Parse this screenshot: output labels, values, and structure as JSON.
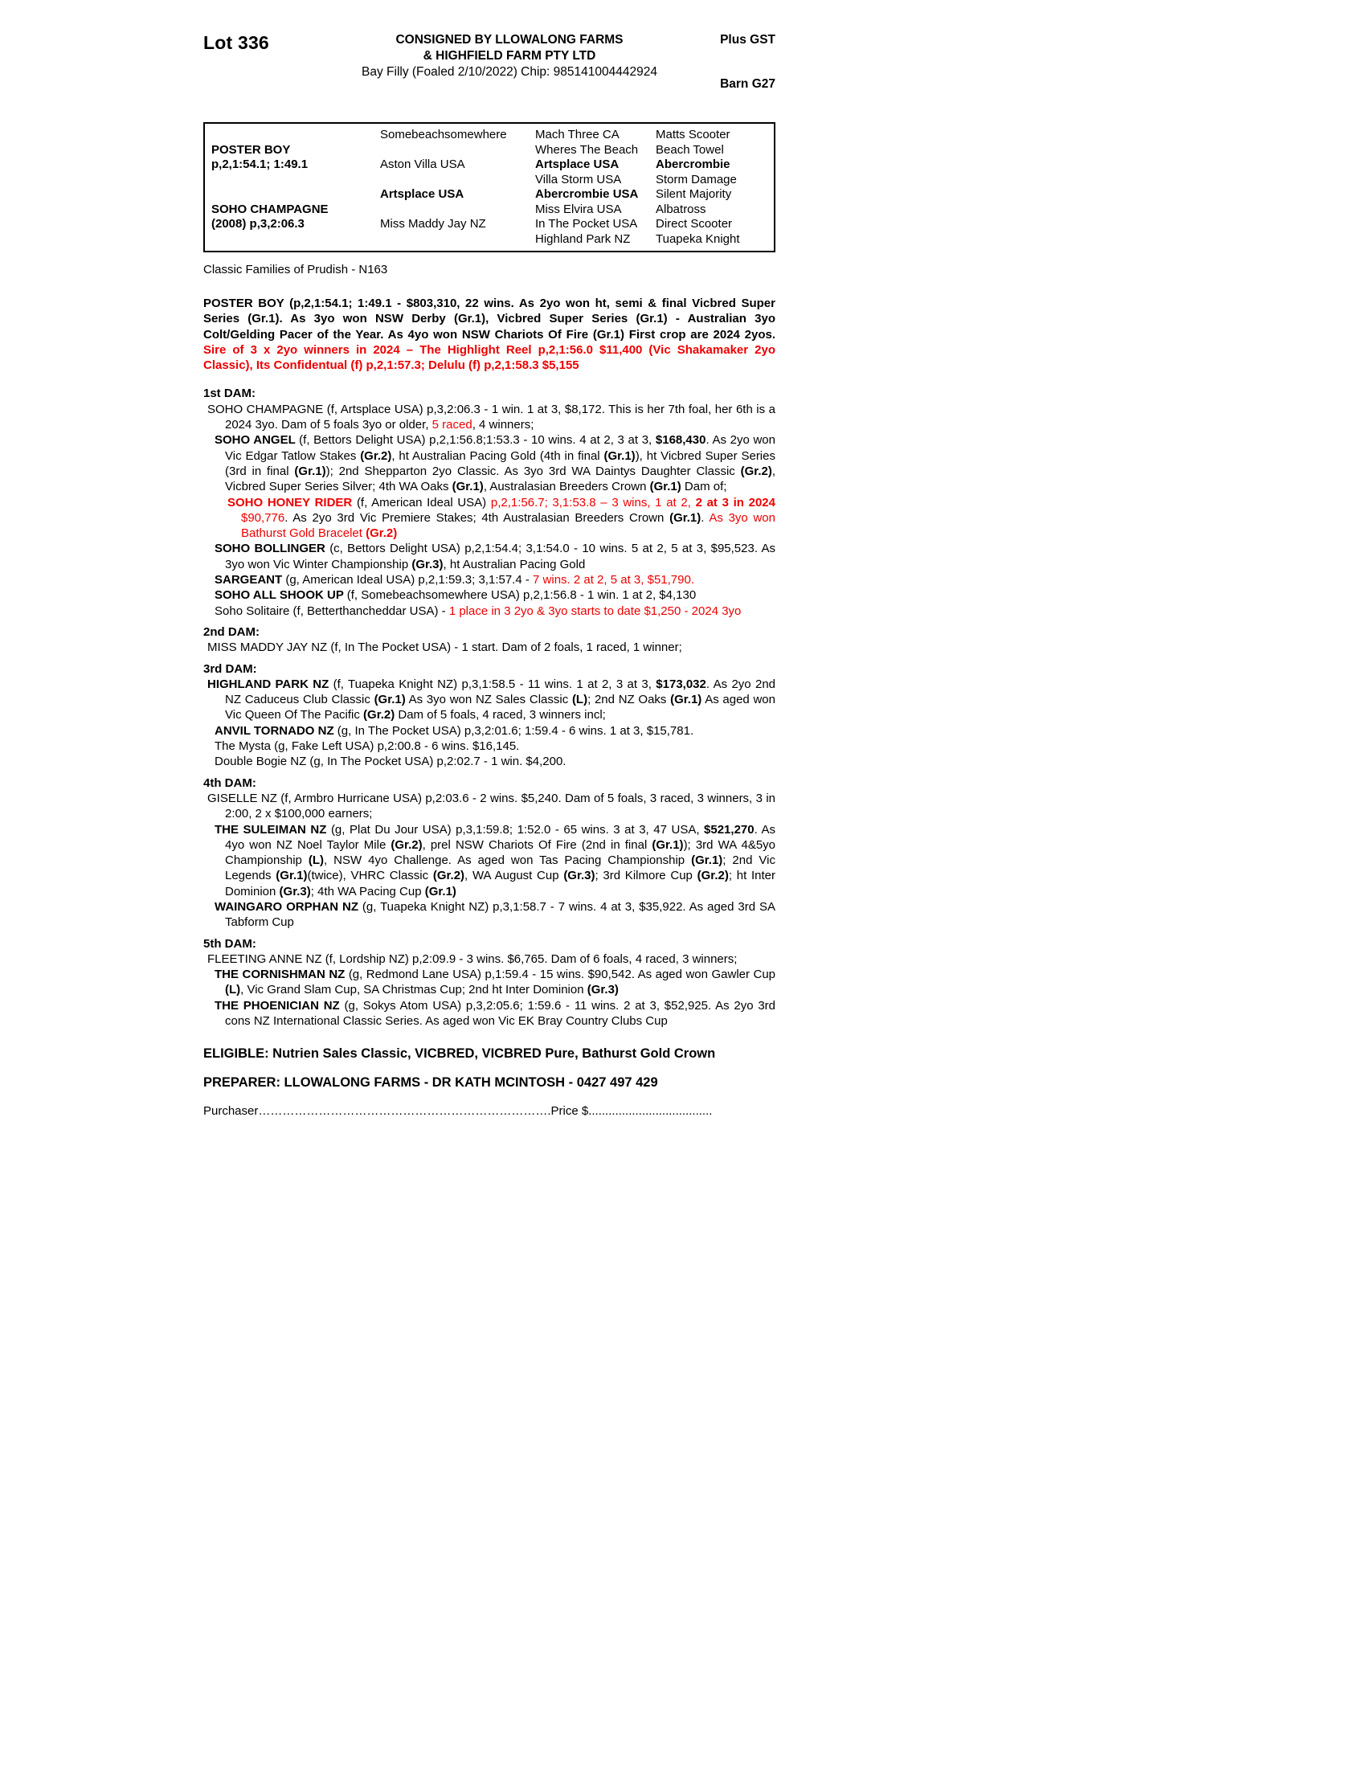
{
  "colors": {
    "red": "#ee0000",
    "text": "#000000"
  },
  "header": {
    "lot": "Lot 336",
    "consigned_line1": "CONSIGNED BY LLOWALONG FARMS",
    "consigned_line2": "& HIGHFIELD FARM PTY LTD",
    "foal_info": "Bay Filly (Foaled  2/10/2022) Chip: 985141004442924",
    "plus_gst": "Plus GST",
    "barn": "Barn G27"
  },
  "pedigree_table": {
    "cells": [
      {
        "col": 1,
        "row": 2,
        "text": "POSTER BOY",
        "bold": true
      },
      {
        "col": 1,
        "row": 3,
        "text": "p,2,1:54.1; 1:49.1",
        "bold": true
      },
      {
        "col": 1,
        "row": 6,
        "text": "SOHO CHAMPAGNE",
        "bold": true
      },
      {
        "col": 1,
        "row": 7,
        "text": "(2008) p,3,2:06.3",
        "bold": true
      },
      {
        "col": 2,
        "row": 1,
        "text": "Somebeachsomewhere",
        "bold": false
      },
      {
        "col": 2,
        "row": 3,
        "text": "Aston Villa USA",
        "bold": false
      },
      {
        "col": 2,
        "row": 5,
        "text": "Artsplace USA",
        "bold": true
      },
      {
        "col": 2,
        "row": 7,
        "text": "Miss Maddy Jay NZ",
        "bold": false
      },
      {
        "col": 3,
        "row": 1,
        "text": "Mach Three CA",
        "bold": false
      },
      {
        "col": 3,
        "row": 2,
        "text": "Wheres The Beach",
        "bold": false
      },
      {
        "col": 3,
        "row": 3,
        "text": "Artsplace USA",
        "bold": true
      },
      {
        "col": 3,
        "row": 4,
        "text": "Villa Storm USA",
        "bold": false
      },
      {
        "col": 3,
        "row": 5,
        "text": "Abercrombie USA",
        "bold": true
      },
      {
        "col": 3,
        "row": 6,
        "text": "Miss Elvira USA",
        "bold": false
      },
      {
        "col": 3,
        "row": 7,
        "text": "In The Pocket USA",
        "bold": false
      },
      {
        "col": 3,
        "row": 8,
        "text": "Highland Park NZ",
        "bold": false
      },
      {
        "col": 4,
        "row": 1,
        "text": "Matts Scooter",
        "bold": false
      },
      {
        "col": 4,
        "row": 2,
        "text": "Beach Towel",
        "bold": false
      },
      {
        "col": 4,
        "row": 3,
        "text": "Abercrombie",
        "bold": true
      },
      {
        "col": 4,
        "row": 4,
        "text": "Storm Damage",
        "bold": false
      },
      {
        "col": 4,
        "row": 5,
        "text": "Silent Majority",
        "bold": false
      },
      {
        "col": 4,
        "row": 6,
        "text": "Albatross",
        "bold": false
      },
      {
        "col": 4,
        "row": 7,
        "text": "Direct Scooter",
        "bold": false
      },
      {
        "col": 4,
        "row": 8,
        "text": "Tuapeka Knight",
        "bold": false
      }
    ]
  },
  "family_line": "Classic Families of Prudish - N163",
  "sire_summary": [
    {
      "t": "POSTER BOY (p,2,1:54.1; 1:49.1 - $803,310, 22 wins. As 2yo won ht, semi & final Vicbred Super Series (Gr.1). As 3yo won NSW Derby (Gr.1), Vicbred Super Series (Gr.1) - Australian 3yo Colt/Gelding Pacer of the Year. As 4yo won NSW Chariots Of Fire (Gr.1) First crop are 2024 2yos. ",
      "b": true
    },
    {
      "t": "Sire of 3 x 2yo winners in 2024 – The Highlight Reel p,2,1:56.0 $11,400 (Vic Shakamaker 2yo Classic), Its Confidentual (f) p,2,1:57.3; Delulu (f) p,2,1:58.3 $5,155",
      "b": true,
      "r": true
    }
  ],
  "sections": [
    {
      "type": "h",
      "text": "1st DAM:"
    },
    {
      "type": "p",
      "indent": 0,
      "segments": [
        {
          "t": "SOHO CHAMPAGNE (f, Artsplace USA) p,3,2:06.3 - 1 win. 1 at 3, $8,172. This is her 7th foal, her 6th is a 2024 3yo. Dam of 5 foals 3yo or older, "
        },
        {
          "t": "5 raced",
          "r": true
        },
        {
          "t": ", 4 winners;"
        }
      ]
    },
    {
      "type": "p",
      "indent": 1,
      "segments": [
        {
          "t": "SOHO ANGEL ",
          "b": true
        },
        {
          "t": "(f, Bettors Delight USA) p,2,1:56.8;1:53.3 - 10 wins. 4 at 2, 3 at 3, "
        },
        {
          "t": "$168,430",
          "b": true
        },
        {
          "t": ". As 2yo won Vic Edgar Tatlow Stakes "
        },
        {
          "t": "(Gr.2)",
          "b": true
        },
        {
          "t": ", ht Australian Pacing Gold (4th in final "
        },
        {
          "t": "(Gr.1)",
          "b": true
        },
        {
          "t": "), ht Vicbred Super Series (3rd in final "
        },
        {
          "t": "(Gr.1)",
          "b": true
        },
        {
          "t": "); 2nd Shepparton 2yo Classic. As 3yo 3rd WA Daintys Daughter Classic "
        },
        {
          "t": "(Gr.2)",
          "b": true
        },
        {
          "t": ", Vicbred Super Series Silver; 4th WA Oaks "
        },
        {
          "t": "(Gr.1)",
          "b": true
        },
        {
          "t": ", Australasian Breeders Crown "
        },
        {
          "t": "(Gr.1)",
          "b": true
        },
        {
          "t": " Dam of;"
        }
      ]
    },
    {
      "type": "p",
      "indent": 2,
      "segments": [
        {
          "t": "SOHO HONEY RIDER ",
          "b": true,
          "r": true
        },
        {
          "t": "(f, American Ideal USA) "
        },
        {
          "t": "p,2,1:56.7; 3,1:53.8 – 3 wins, 1 at 2, ",
          "r": true
        },
        {
          "t": "2 at 3 in 2024",
          "b": true,
          "r": true
        },
        {
          "t": " $90,776",
          "r": true
        },
        {
          "t": ". As 2yo 3rd Vic Premiere Stakes; 4th Australasian Breeders Crown "
        },
        {
          "t": "(Gr.1)",
          "b": true
        },
        {
          "t": ". "
        },
        {
          "t": "As 3yo won Bathurst Gold Bracelet ",
          "r": true
        },
        {
          "t": "(Gr.2)",
          "b": true,
          "r": true
        }
      ]
    },
    {
      "type": "p",
      "indent": 1,
      "segments": [
        {
          "t": "SOHO BOLLINGER ",
          "b": true
        },
        {
          "t": "(c, Bettors Delight USA) p,2,1:54.4; 3,1:54.0 - 10 wins. 5 at 2, 5 at 3, $95,523. As 3yo won Vic Winter Championship "
        },
        {
          "t": "(Gr.3)",
          "b": true
        },
        {
          "t": ", ht Australian Pacing Gold"
        }
      ]
    },
    {
      "type": "p",
      "indent": 1,
      "segments": [
        {
          "t": "SARGEANT ",
          "b": true
        },
        {
          "t": "(g, American Ideal USA) p,2,1:59.3; 3,1:57.4 - "
        },
        {
          "t": "7 wins. 2 at 2, 5 at 3, $51,790.",
          "r": true
        }
      ]
    },
    {
      "type": "p",
      "indent": 1,
      "segments": [
        {
          "t": "SOHO ALL SHOOK UP ",
          "b": true
        },
        {
          "t": "(f, Somebeachsomewhere USA) p,2,1:56.8 - 1 win. 1 at 2, $4,130"
        }
      ]
    },
    {
      "type": "p",
      "indent": 1,
      "segments": [
        {
          "t": "Soho Solitaire (f, Betterthancheddar USA) - "
        },
        {
          "t": "1 place in 3 2yo & 3yo starts to date $1,250 - 2024 3yo",
          "r": true
        }
      ]
    },
    {
      "type": "h",
      "text": "2nd DAM:"
    },
    {
      "type": "p",
      "indent": 0,
      "segments": [
        {
          "t": "MISS MADDY JAY NZ (f, In The Pocket USA) - 1 start. Dam of 2 foals, 1 raced, 1 winner;"
        }
      ]
    },
    {
      "type": "h",
      "text": "3rd DAM:"
    },
    {
      "type": "p",
      "indent": 0,
      "segments": [
        {
          "t": "HIGHLAND PARK NZ ",
          "b": true
        },
        {
          "t": "(f, Tuapeka Knight NZ) p,3,1:58.5 - 11 wins. 1 at 2, 3 at 3, "
        },
        {
          "t": "$173,032",
          "b": true
        },
        {
          "t": ". As 2yo 2nd NZ Caduceus Club Classic "
        },
        {
          "t": "(Gr.1)",
          "b": true
        },
        {
          "t": " As 3yo won NZ Sales Classic "
        },
        {
          "t": "(L)",
          "b": true
        },
        {
          "t": "; 2nd NZ Oaks "
        },
        {
          "t": "(Gr.1)",
          "b": true
        },
        {
          "t": " As aged won Vic Queen Of The Pacific "
        },
        {
          "t": "(Gr.2)",
          "b": true
        },
        {
          "t": " Dam of 5 foals, 4 raced, 3 winners incl;"
        }
      ]
    },
    {
      "type": "p",
      "indent": 1,
      "segments": [
        {
          "t": "ANVIL TORNADO NZ ",
          "b": true
        },
        {
          "t": "(g, In The Pocket USA) p,3,2:01.6; 1:59.4 - 6 wins. 1 at 3, $15,781."
        }
      ]
    },
    {
      "type": "p",
      "indent": 1,
      "segments": [
        {
          "t": "The Mysta (g, Fake Left USA) p,2:00.8 - 6 wins. $16,145."
        }
      ]
    },
    {
      "type": "p",
      "indent": 1,
      "segments": [
        {
          "t": "Double Bogie NZ (g, In The Pocket USA) p,2:02.7 - 1 win. $4,200."
        }
      ]
    },
    {
      "type": "h",
      "text": "4th DAM:"
    },
    {
      "type": "p",
      "indent": 0,
      "segments": [
        {
          "t": "GISELLE NZ (f, Armbro Hurricane USA) p,2:03.6 - 2 wins. $5,240. Dam of 5 foals, 3 raced, 3 winners, 3 in 2:00, 2 x $100,000 earners;"
        }
      ]
    },
    {
      "type": "p",
      "indent": 1,
      "segments": [
        {
          "t": "THE SULEIMAN NZ ",
          "b": true
        },
        {
          "t": "(g, Plat Du Jour USA) p,3,1:59.8; 1:52.0 - 65 wins. 3 at 3, 47 USA, "
        },
        {
          "t": "$521,270",
          "b": true
        },
        {
          "t": ". As 4yo won NZ Noel Taylor Mile "
        },
        {
          "t": "(Gr.2)",
          "b": true
        },
        {
          "t": ", prel NSW Chariots Of Fire (2nd in final "
        },
        {
          "t": "(Gr.1)",
          "b": true
        },
        {
          "t": "); 3rd WA 4&5yo Championship "
        },
        {
          "t": "(L)",
          "b": true
        },
        {
          "t": ", NSW 4yo Challenge. As aged won Tas Pacing Championship "
        },
        {
          "t": "(Gr.1)",
          "b": true
        },
        {
          "t": "; 2nd Vic Legends "
        },
        {
          "t": "(Gr.1)",
          "b": true
        },
        {
          "t": "(twice), VHRC Classic "
        },
        {
          "t": "(Gr.2)",
          "b": true
        },
        {
          "t": ", WA August Cup "
        },
        {
          "t": "(Gr.3)",
          "b": true
        },
        {
          "t": "; 3rd Kilmore Cup "
        },
        {
          "t": "(Gr.2)",
          "b": true
        },
        {
          "t": "; ht Inter Dominion "
        },
        {
          "t": "(Gr.3)",
          "b": true
        },
        {
          "t": "; 4th WA Pacing Cup "
        },
        {
          "t": "(Gr.1)",
          "b": true
        }
      ]
    },
    {
      "type": "p",
      "indent": 1,
      "segments": [
        {
          "t": "WAINGARO ORPHAN NZ ",
          "b": true
        },
        {
          "t": "(g, Tuapeka Knight NZ) p,3,1:58.7 - 7 wins. 4 at 3, $35,922. As aged 3rd SA Tabform Cup"
        }
      ]
    },
    {
      "type": "h",
      "text": "5th DAM:"
    },
    {
      "type": "p",
      "indent": 0,
      "segments": [
        {
          "t": "FLEETING ANNE NZ (f, Lordship NZ) p,2:09.9 - 3 wins. $6,765. Dam of 6 foals, 4 raced, 3 winners;"
        }
      ]
    },
    {
      "type": "p",
      "indent": 1,
      "segments": [
        {
          "t": "THE CORNISHMAN NZ ",
          "b": true
        },
        {
          "t": "(g, Redmond Lane USA) p,1:59.4 - 15 wins. $90,542. As aged won Gawler Cup "
        },
        {
          "t": "(L)",
          "b": true
        },
        {
          "t": ", Vic Grand Slam Cup, SA Christmas Cup; 2nd ht Inter Dominion "
        },
        {
          "t": "(Gr.3)",
          "b": true
        }
      ]
    },
    {
      "type": "p",
      "indent": 1,
      "segments": [
        {
          "t": "THE PHOENICIAN NZ ",
          "b": true
        },
        {
          "t": "(g, Sokys Atom USA) p,3,2:05.6; 1:59.6 - 11 wins. 2 at 3, $52,925. As 2yo 3rd cons NZ International Classic Series. As aged won Vic EK Bray Country Clubs Cup"
        }
      ]
    }
  ],
  "footer": {
    "eligible": "ELIGIBLE: Nutrien Sales Classic, VICBRED, VICBRED Pure, Bathurst Gold Crown",
    "preparer": "PREPARER: LLOWALONG FARMS - DR KATH MCINTOSH - 0427 497 429",
    "purchaser_line": "Purchaser……………………………………………………………….Price $....................................."
  }
}
